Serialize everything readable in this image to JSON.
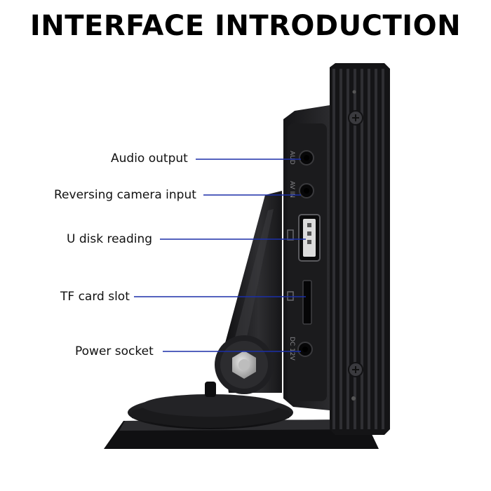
{
  "title": "INTERFACE INTRODUCTION",
  "labels": {
    "audio_output": "Audio output",
    "reversing_camera_input": "Reversing camera input",
    "u_disk_reading": "U disk reading",
    "tf_card_slot": "TF card slot",
    "power_socket": "Power socket"
  },
  "port_marks": {
    "audio": "AUD",
    "av_in": "AV IN",
    "dc": "DC 12V"
  },
  "colors": {
    "leader_line": "#1b2fa8",
    "device_body": "#1c1c1e",
    "text": "#111111"
  }
}
